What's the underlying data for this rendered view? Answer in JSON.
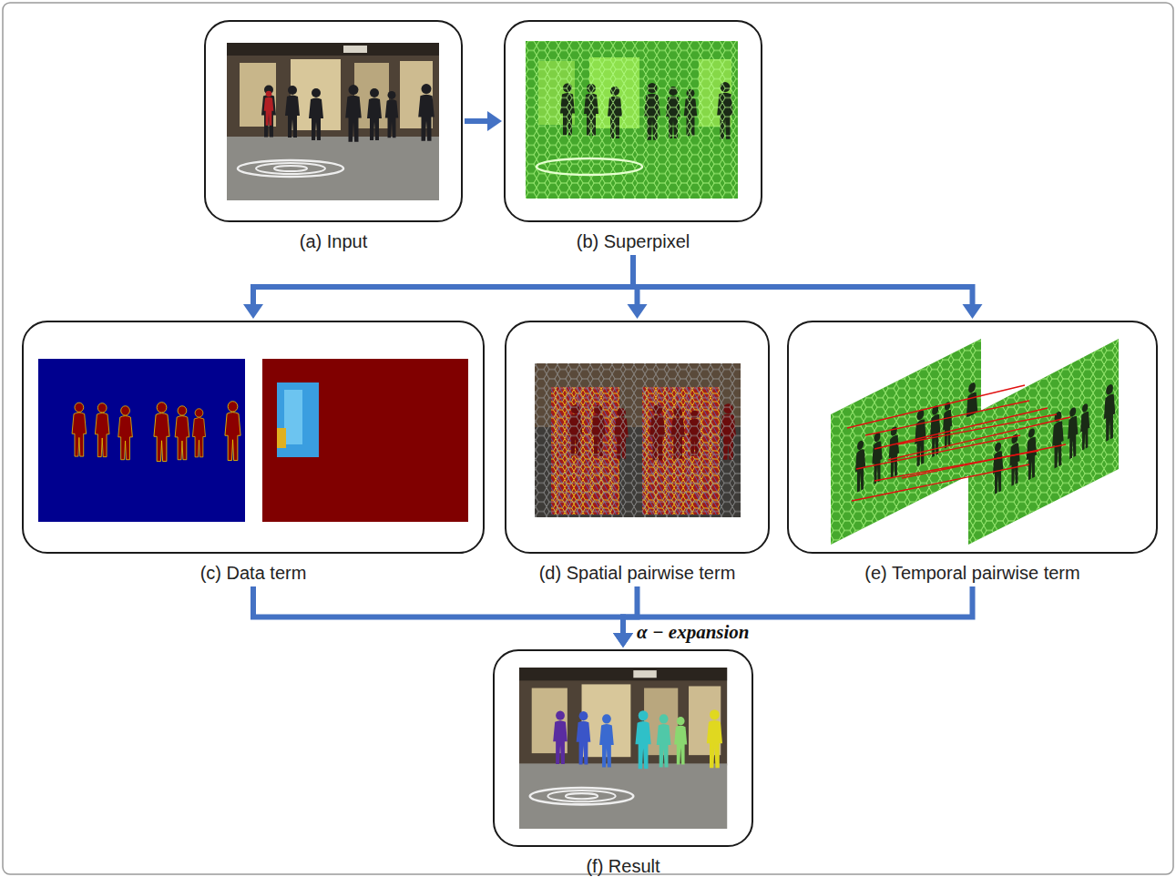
{
  "diagram": {
    "nodes": [
      {
        "text": [
          "(a) Input"
        ]
      },
      {
        "text": [
          "(b) Superpixel"
        ]
      },
      {
        "text": [
          "(c) Data term"
        ]
      },
      {
        "text": [
          "(d) Spatial pairwise term"
        ]
      },
      {
        "text": [
          "(e) Temporal pairwise term"
        ]
      },
      {
        "text": [
          "(f) Result"
        ]
      }
    ],
    "edges": [
      {
        "from": 0,
        "to": 1,
        "arrow": "to"
      },
      {
        "from": 1,
        "to": 2,
        "arrow": "to"
      },
      {
        "from": 1,
        "to": 3,
        "arrow": "to"
      },
      {
        "from": 1,
        "to": 4,
        "arrow": "to"
      },
      {
        "from": 2,
        "to": 5,
        "arrow": "to"
      },
      {
        "from": 3,
        "to": 5,
        "arrow": "to",
        "label": "α − expansion"
      },
      {
        "from": 4,
        "to": 5,
        "arrow": "to"
      }
    ]
  }
}
